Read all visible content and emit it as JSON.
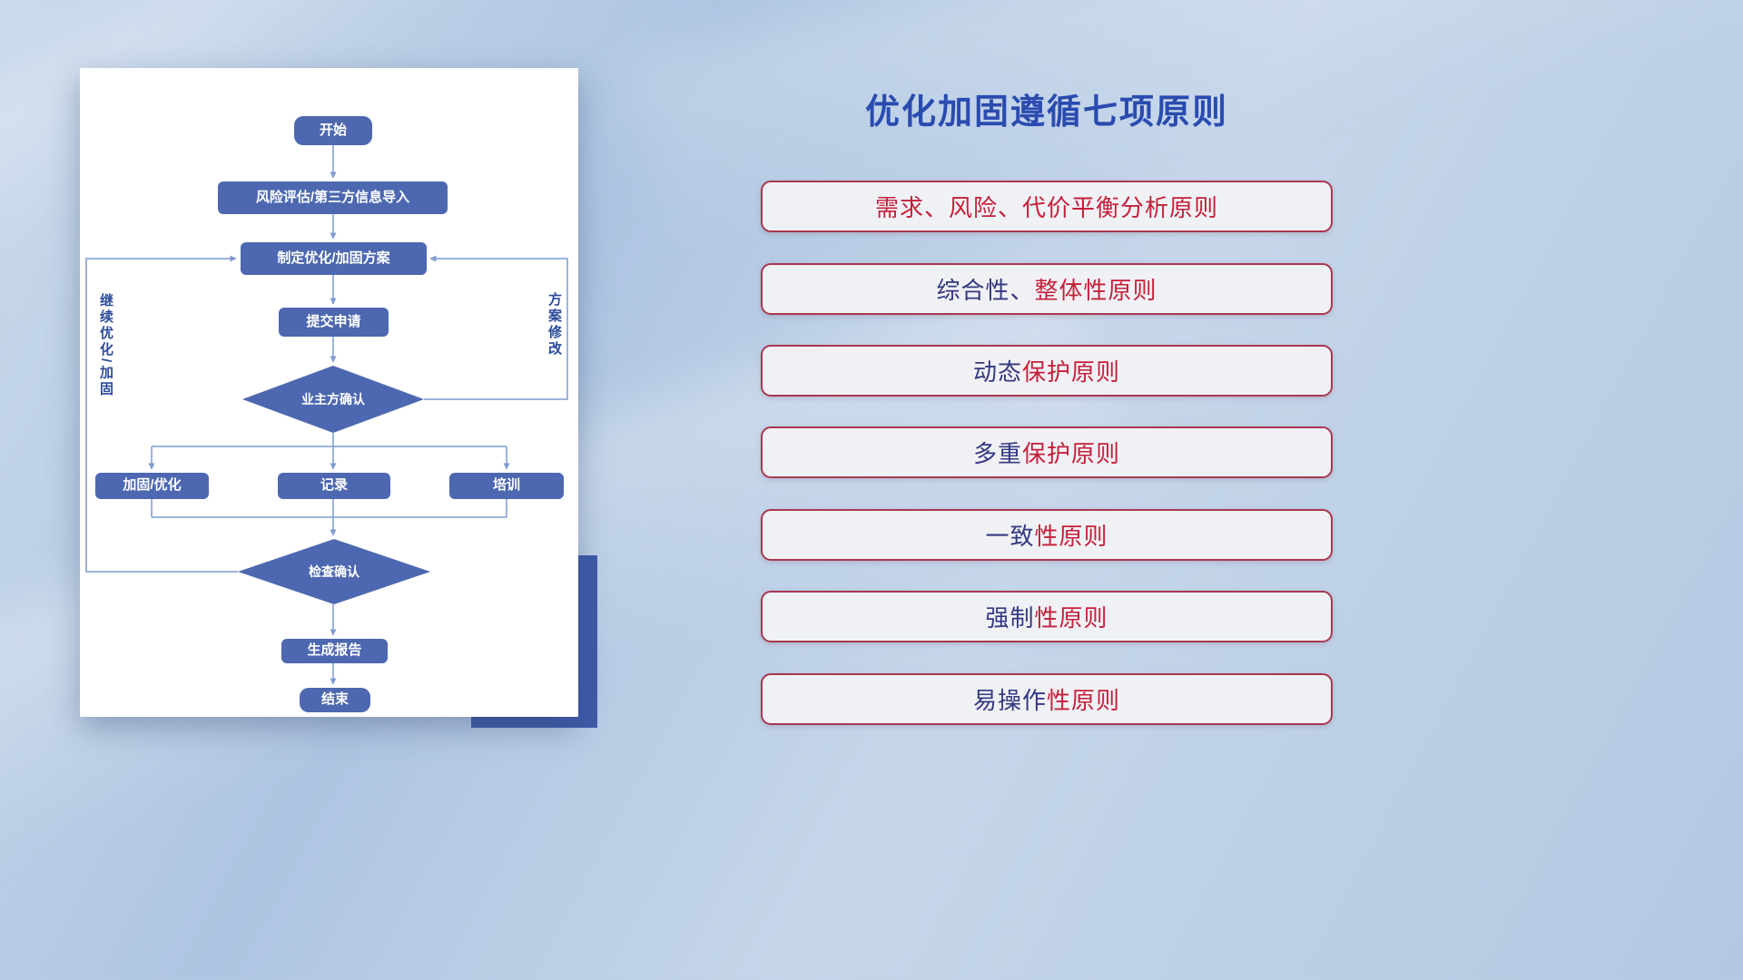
{
  "left_card": {
    "flow": {
      "start": "开始",
      "risk_import": "风险评估/第三方信息导入",
      "make_plan": "制定优化/加固方案",
      "submit": "提交申请",
      "owner_confirm": "业主方确认",
      "harden": "加固/优化",
      "record": "记录",
      "train": "培训",
      "check_confirm": "检查确认",
      "report": "生成报告",
      "end": "结束",
      "loop_left_label": "继续优化/加固",
      "loop_right_label": "方案修改"
    }
  },
  "right_panel": {
    "title": "优化加固遵循七项原则",
    "principles": [
      {
        "navy": "",
        "red": "需求、风险、代价平衡分析原则"
      },
      {
        "navy": "综合性、",
        "red": "整体性原则"
      },
      {
        "navy": "动态",
        "red": "保护原则"
      },
      {
        "navy": "多重",
        "red": "保护原则"
      },
      {
        "navy": "一致",
        "red": "性原则"
      },
      {
        "navy": "强制",
        "red": "性原则"
      },
      {
        "navy": "易操作",
        "red": "性原则"
      }
    ]
  },
  "colors": {
    "node_blue": "#4d68b0",
    "line_blue": "#7d9bd0",
    "title_navy": "#2a4baf",
    "principle_red": "#c5203a",
    "principle_navy": "#33397f",
    "principle_border": "#a93850",
    "accent_block": "#3f5aa9",
    "loop_label_blue": "#2c4c9c"
  }
}
